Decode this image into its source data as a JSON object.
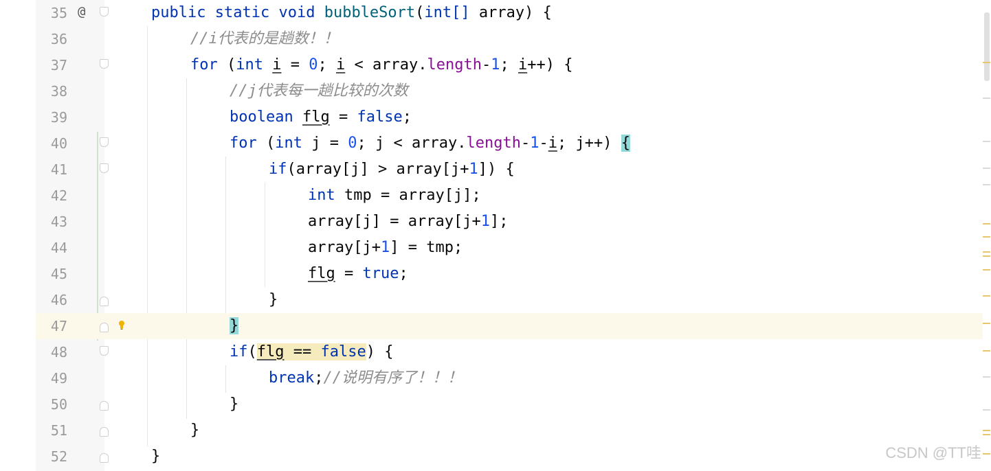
{
  "editor": {
    "line_numbers": [
      "35",
      "36",
      "37",
      "38",
      "39",
      "40",
      "41",
      "42",
      "43",
      "44",
      "45",
      "46",
      "47",
      "48",
      "49",
      "50",
      "51",
      "52"
    ],
    "current_line": "47",
    "tokens": {
      "public": "public",
      "static": "static",
      "void": "void",
      "method_name": "bubbleSort",
      "int": "int",
      "int_arr": "int[]",
      "array": "array",
      "for": "for",
      "i": "i",
      "j": "j",
      "zero": "0",
      "one": "1",
      "length": "length",
      "boolean": "boolean",
      "flg": "flg",
      "false": "false",
      "true": "true",
      "if": "if",
      "break": "break",
      "tmp": "tmp",
      "open_brace": "{",
      "close_brace": "}"
    },
    "comments": {
      "line36": "//i代表的是趟数！！",
      "line38": "//j代表每一趟比较的次数",
      "line49": "//说明有序了！！！"
    },
    "icons": {
      "override": "@",
      "bulb_color": "#f0b400"
    }
  },
  "watermark": "CSDN @TT哇",
  "colors": {
    "keyword": "#0033b3",
    "method": "#00627a",
    "number": "#1750eb",
    "field": "#871094",
    "comment": "#8c8c8c",
    "brace_highlight": "#93d9d9",
    "var_highlight": "#f6ebbc",
    "current_line": "#fdf9ea"
  }
}
